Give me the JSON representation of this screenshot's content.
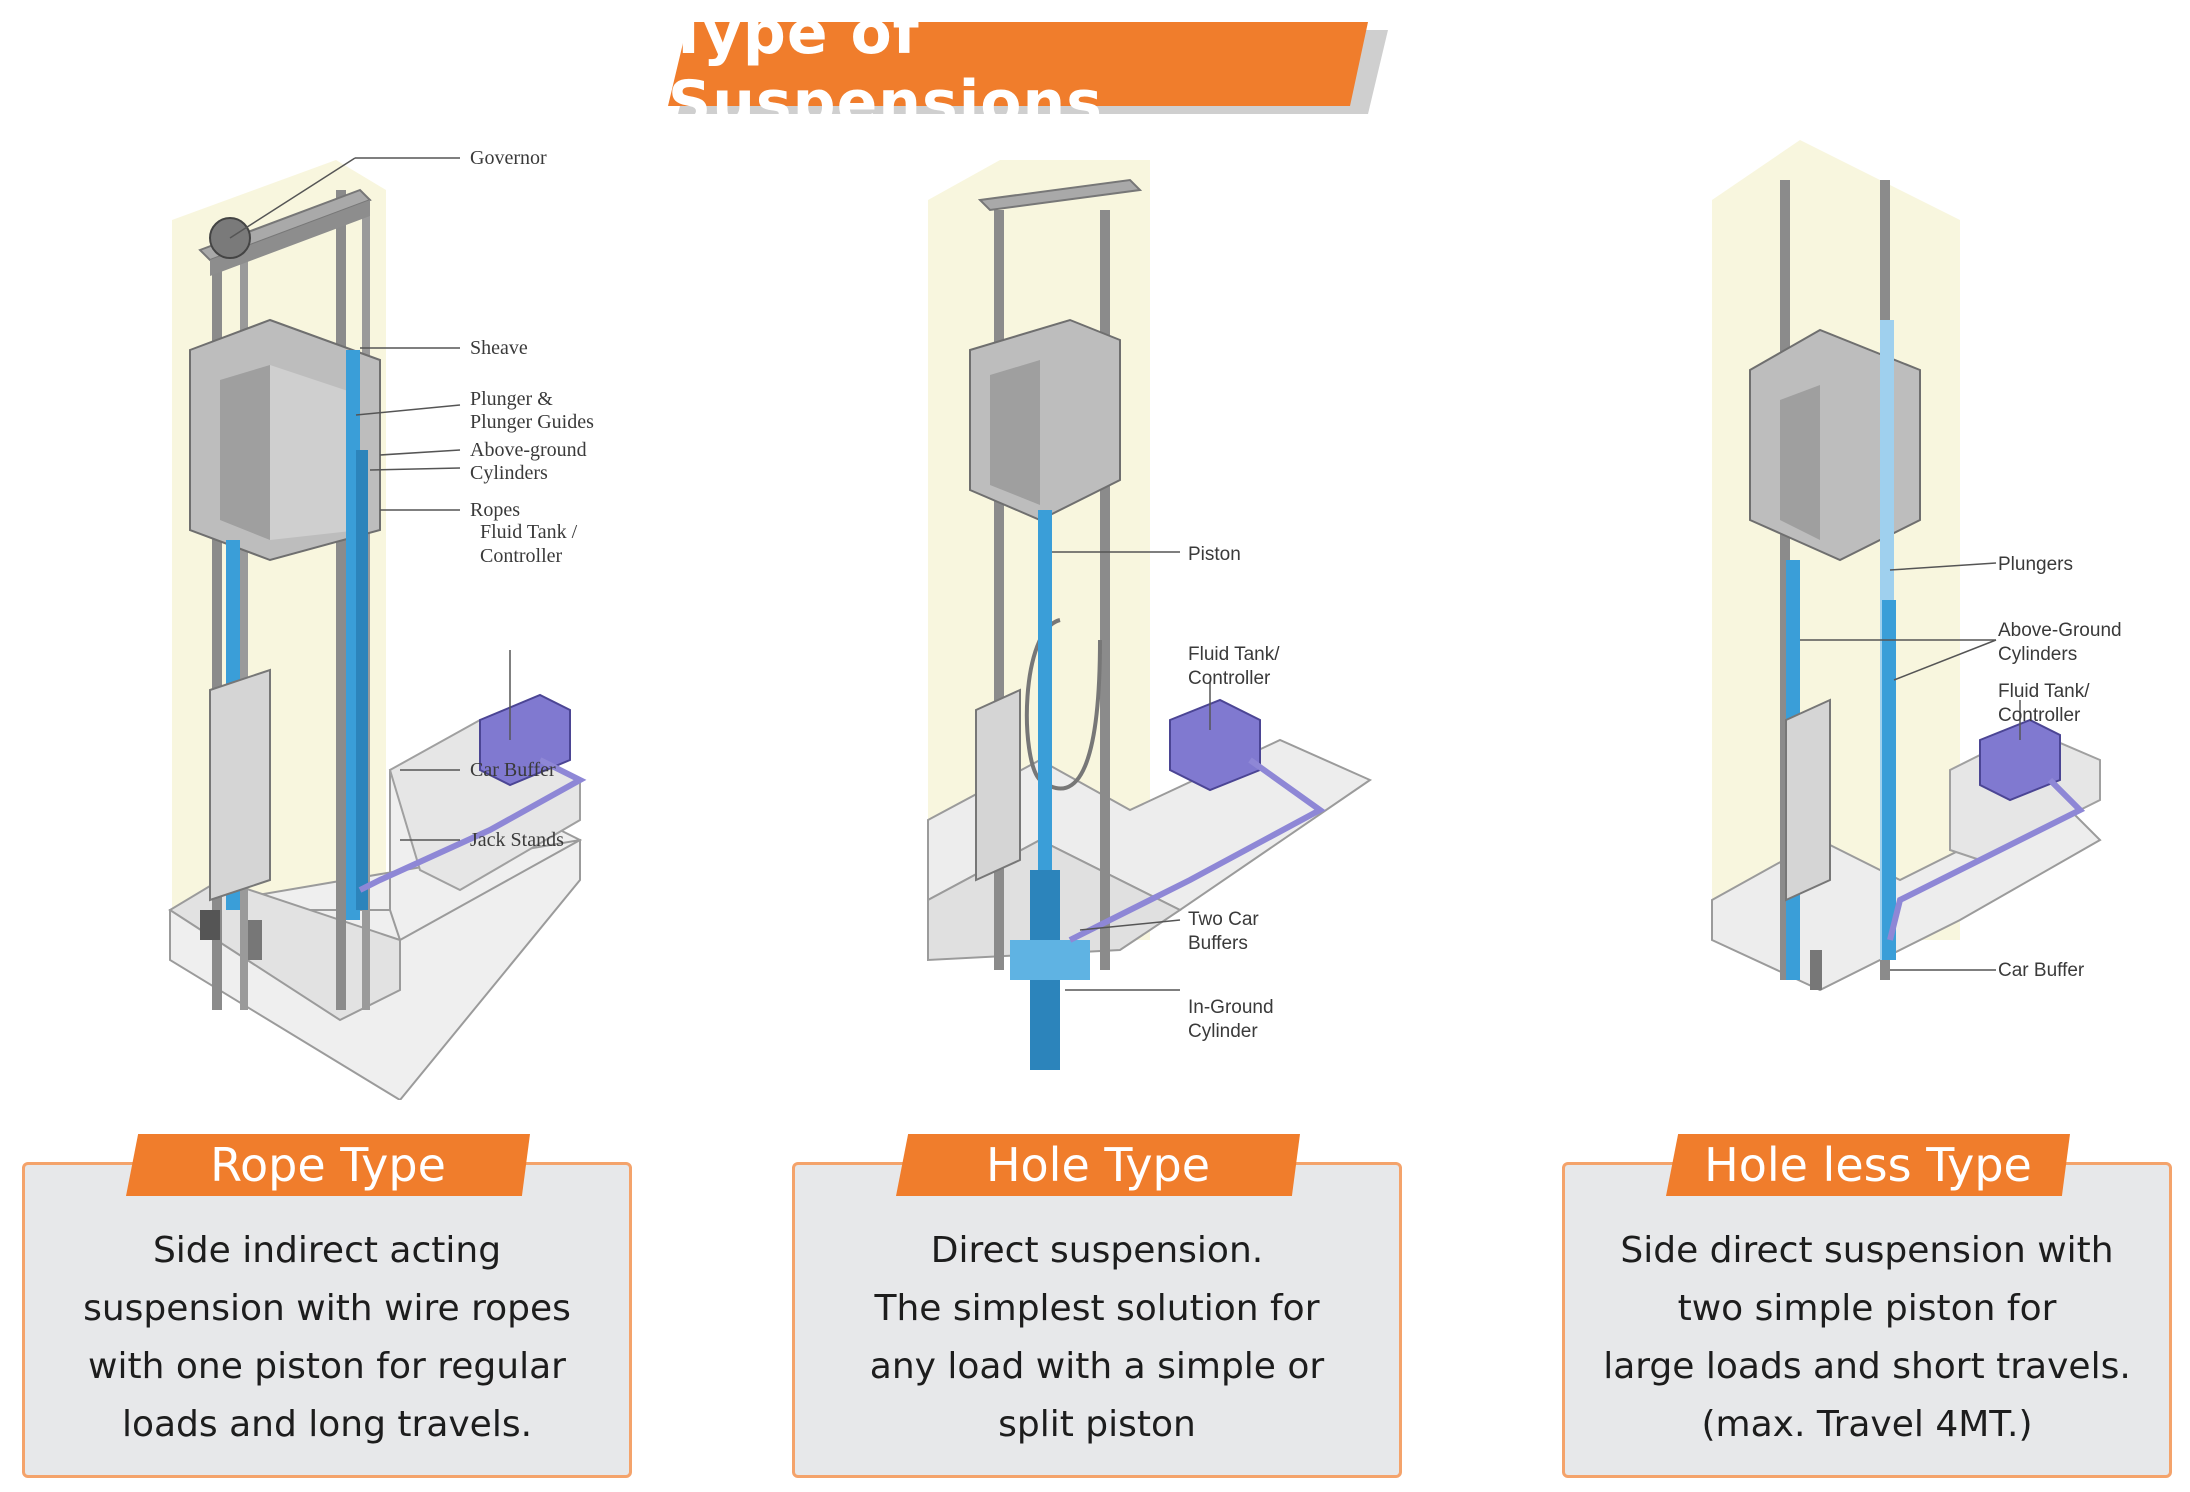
{
  "title": "Type of Suspensions",
  "colors": {
    "accent_orange": "#f07d2c",
    "card_border": "#f4a36b",
    "card_bg": "#e7e8ea",
    "piston_blue": "#3a9ed8",
    "tank_purple": "#7a72c9",
    "shaft_glow": "#f4f2c8"
  },
  "diagrams": [
    {
      "labels": {
        "governor": "Governor",
        "sheave": "Sheave",
        "plunger_1": "Plunger &",
        "plunger_2": "Plunger Guides",
        "cyl_1": "Above-ground",
        "cyl_2": "Cylinders",
        "ropes": "Ropes",
        "tank_1": "Fluid Tank /",
        "tank_2": "Controller",
        "car_buffer": "Car Buffer",
        "jack_stands": "Jack Stands"
      }
    },
    {
      "labels": {
        "piston": "Piston",
        "tank_1": "Fluid Tank/",
        "tank_2": "Controller",
        "buffers_1": "Two Car",
        "buffers_2": "Buffers",
        "inground_1": "In-Ground",
        "inground_2": "Cylinder"
      }
    },
    {
      "labels": {
        "plungers": "Plungers",
        "cyl_1": "Above-Ground",
        "cyl_2": "Cylinders",
        "tank_1": "Fluid Tank/",
        "tank_2": "Controller",
        "car_buffer": "Car Buffer"
      }
    }
  ],
  "cards": [
    {
      "tab": "Rope Type",
      "lines": [
        "Side indirect acting",
        "suspension with wire ropes",
        "with one piston for regular",
        "loads and long travels."
      ]
    },
    {
      "tab": "Hole Type",
      "lines": [
        "Direct suspension.",
        "The simplest solution for",
        "any load with a simple or",
        "split piston"
      ]
    },
    {
      "tab": "Hole less Type",
      "lines": [
        "Side direct suspension with",
        "two simple piston for",
        "large loads and short travels.",
        "(max. Travel 4MT.)"
      ]
    }
  ]
}
